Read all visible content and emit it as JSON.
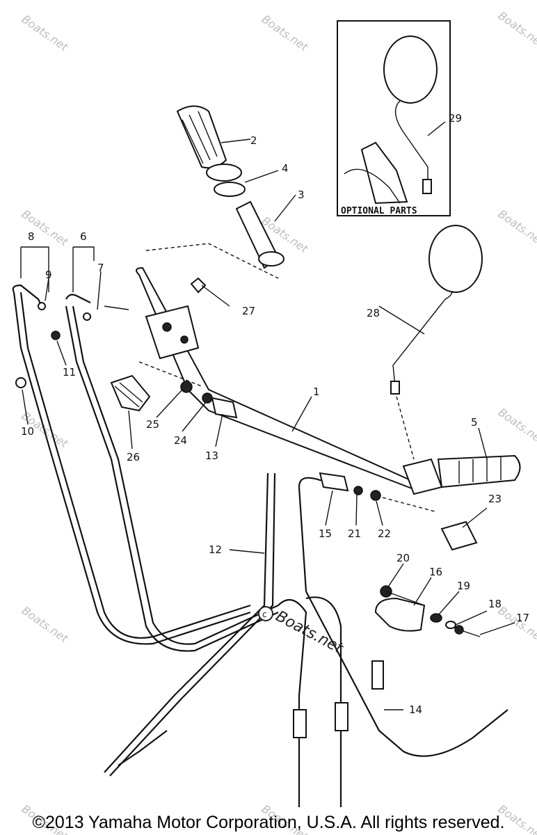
{
  "callouts": [
    "1",
    "2",
    "3",
    "4",
    "5",
    "6",
    "7",
    "8",
    "9",
    "10",
    "11",
    "12",
    "13",
    "14",
    "15",
    "16",
    "17",
    "18",
    "19",
    "20",
    "21",
    "22",
    "23",
    "24",
    "25",
    "26",
    "27",
    "28",
    "29"
  ],
  "optional_parts_label": "OPTIONAL PARTS",
  "watermark_text": "Boats.net",
  "center_watermark_text": "Boats.net",
  "copyright": "©2013 Yamaha Motor Corporation, U.S.A. All rights reserved."
}
